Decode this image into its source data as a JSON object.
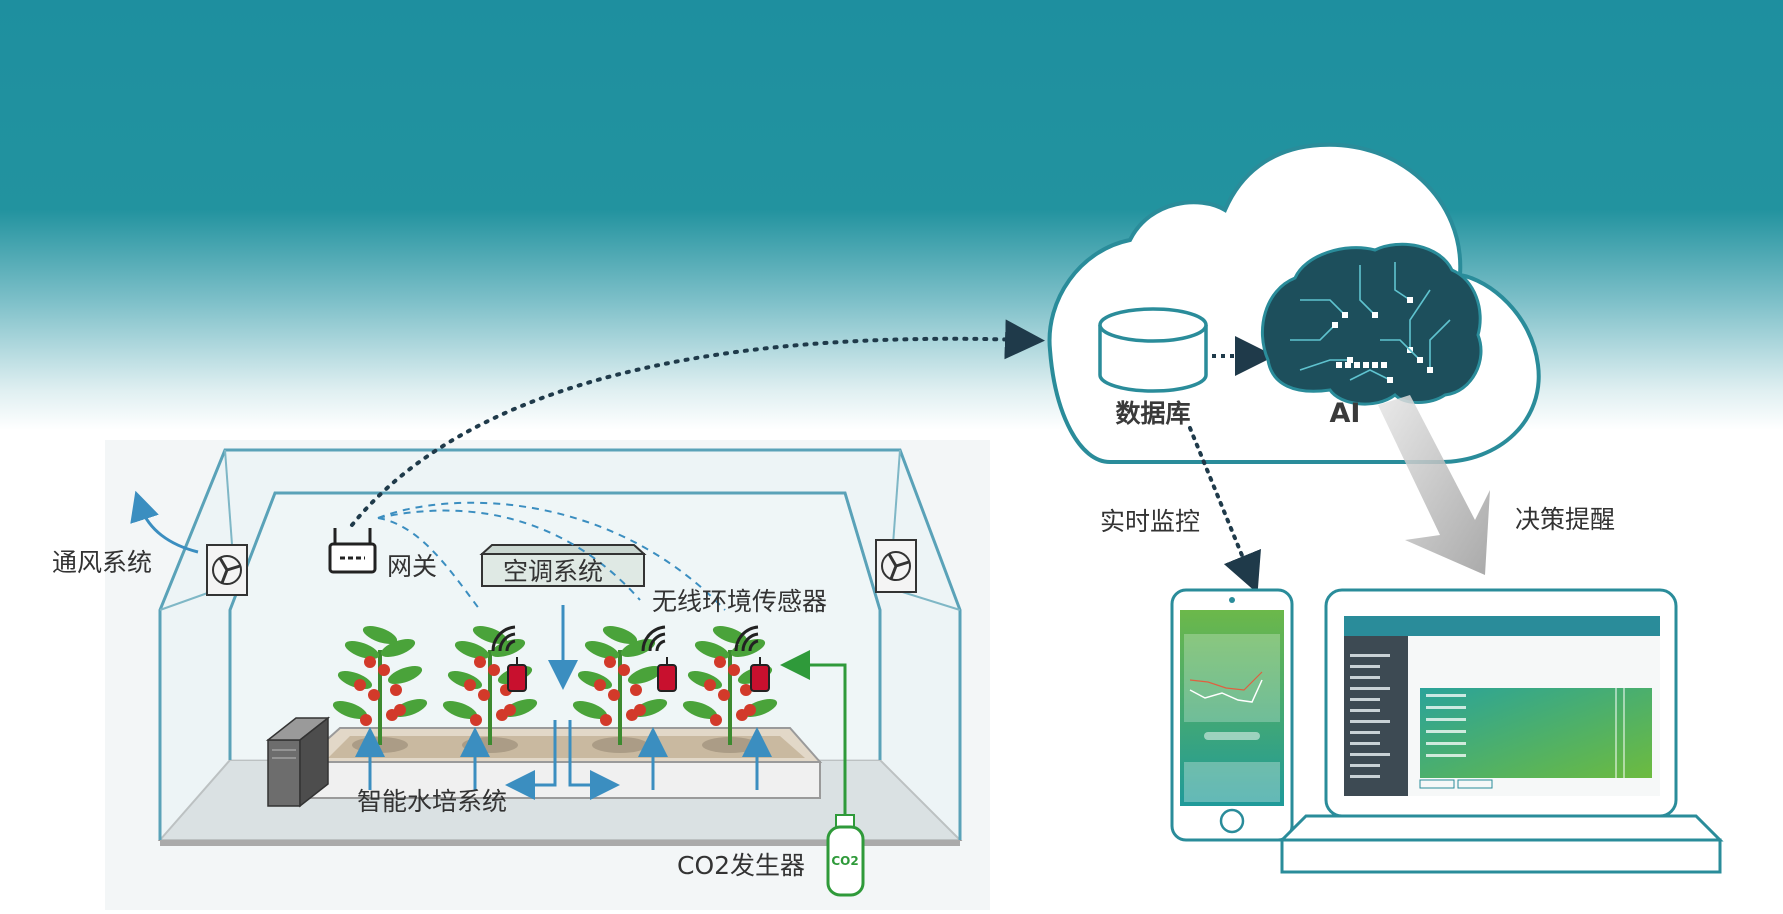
{
  "labels": {
    "ventilation": "通风系统",
    "gateway": "网关",
    "air_conditioning": "空调系统",
    "wireless_sensor": "无线环境传感器",
    "hydroponics": "智能水培系统",
    "co2_generator": "CO2发生器",
    "co2_badge": "CO2",
    "database": "数据库",
    "ai": "AI",
    "realtime_monitoring": "实时监控",
    "decision_alert": "决策提醒"
  },
  "colors": {
    "sky_teal": "#1e8f9f",
    "cloud_outline": "#2a8c9a",
    "arrow_blue": "#3b8ec0",
    "co2_green": "#2f9a3a",
    "sensor_red": "#c8102e",
    "dotted_link": "#1f3a4a",
    "brain": "#1d4f5c"
  },
  "icons": [
    "fan-icon",
    "gateway-router-icon",
    "sensor-signal-icon",
    "database-cylinder-icon",
    "brain-circuit-icon",
    "smartphone-icon",
    "laptop-icon",
    "co2-tank-icon",
    "server-icon"
  ]
}
